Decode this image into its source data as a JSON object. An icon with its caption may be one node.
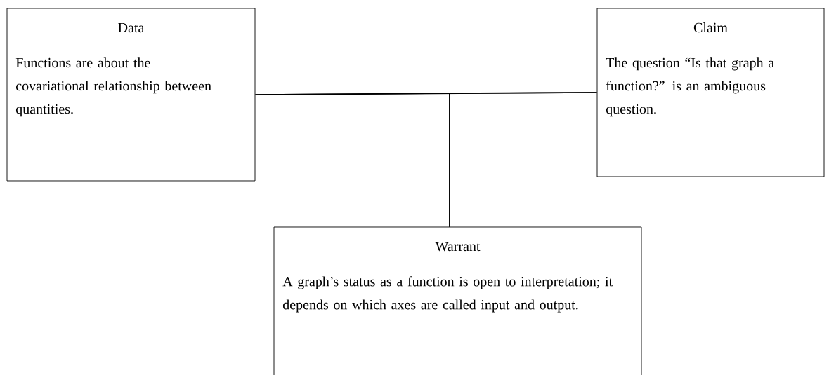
{
  "diagram": {
    "nodes": [
      {
        "text": [
          "Data",
          "Functions are about the covariational relationship between quantities."
        ]
      },
      {
        "text": [
          "Claim",
          "The question “Is that graph a function?” is an ambiguous question."
        ]
      },
      {
        "text": [
          "Warrant",
          "A graph’s status as a function is open to interpretation; it depends on which axes are called input and output."
        ]
      }
    ],
    "edges": [
      {
        "from": 0,
        "to": 1,
        "arrow": "none"
      },
      {
        "from": 2,
        "to": 0,
        "arrow": "none"
      },
      {
        "from": 2,
        "to": 1,
        "arrow": "none"
      }
    ]
  }
}
